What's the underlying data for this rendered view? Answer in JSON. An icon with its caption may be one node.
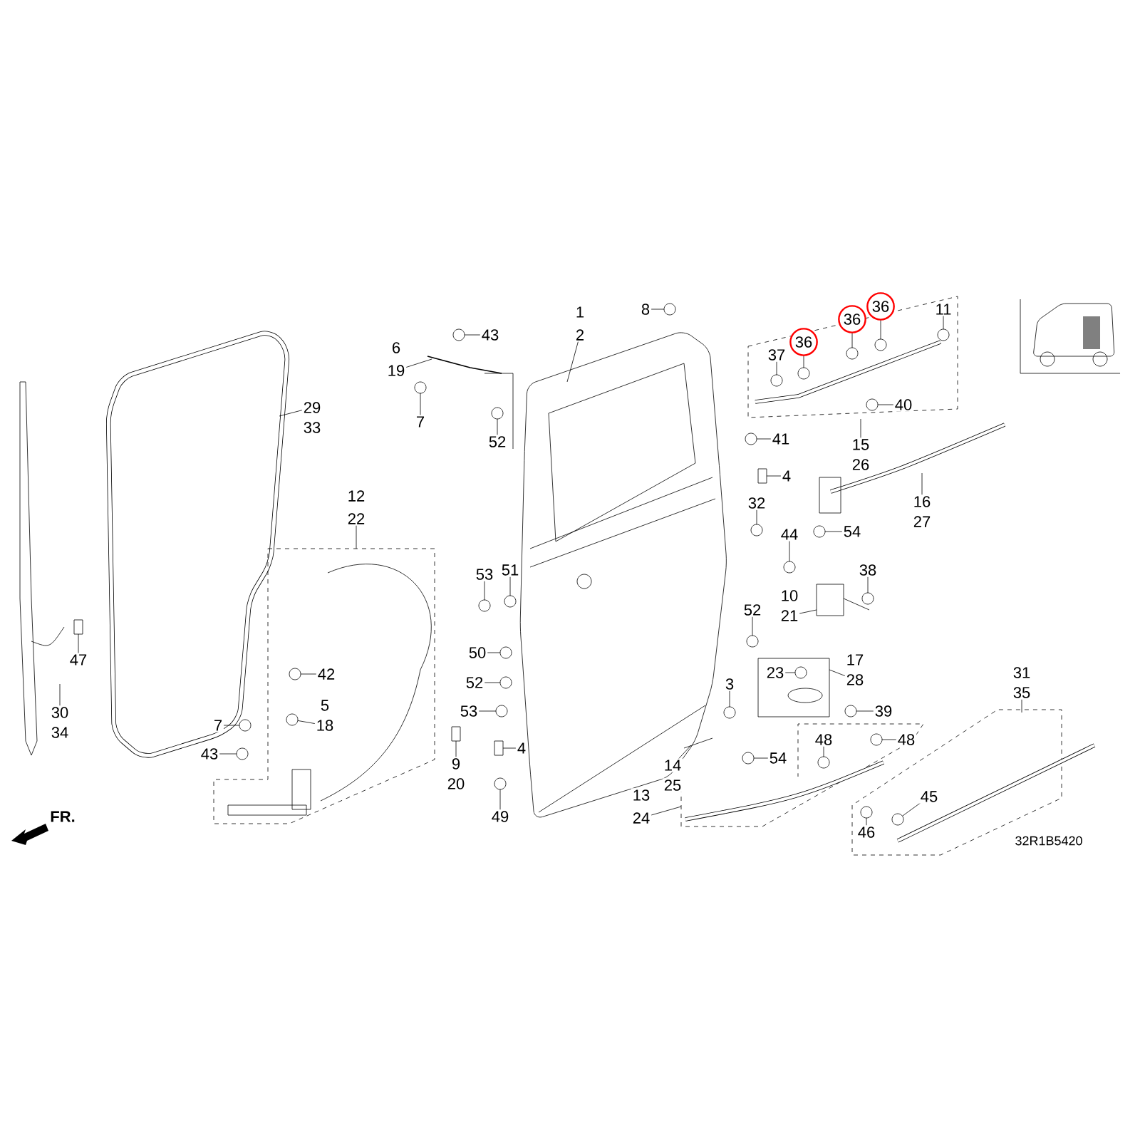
{
  "diagram": {
    "labels": [
      "1",
      "2",
      "8",
      "11",
      "43",
      "6",
      "19",
      "29",
      "33",
      "7",
      "52",
      "36",
      "36",
      "36",
      "37",
      "40",
      "41",
      "15",
      "26",
      "4",
      "12",
      "22",
      "32",
      "16",
      "27",
      "54",
      "44",
      "38",
      "10",
      "21",
      "53",
      "51",
      "52",
      "50",
      "42",
      "47",
      "5",
      "18",
      "52",
      "17",
      "28",
      "23",
      "53",
      "39",
      "30",
      "34",
      "3",
      "31",
      "35",
      "7",
      "43",
      "9",
      "20",
      "4",
      "48",
      "48",
      "14",
      "25",
      "54",
      "49",
      "13",
      "24",
      "45",
      "46",
      "FR.",
      "32R1B5420"
    ]
  }
}
